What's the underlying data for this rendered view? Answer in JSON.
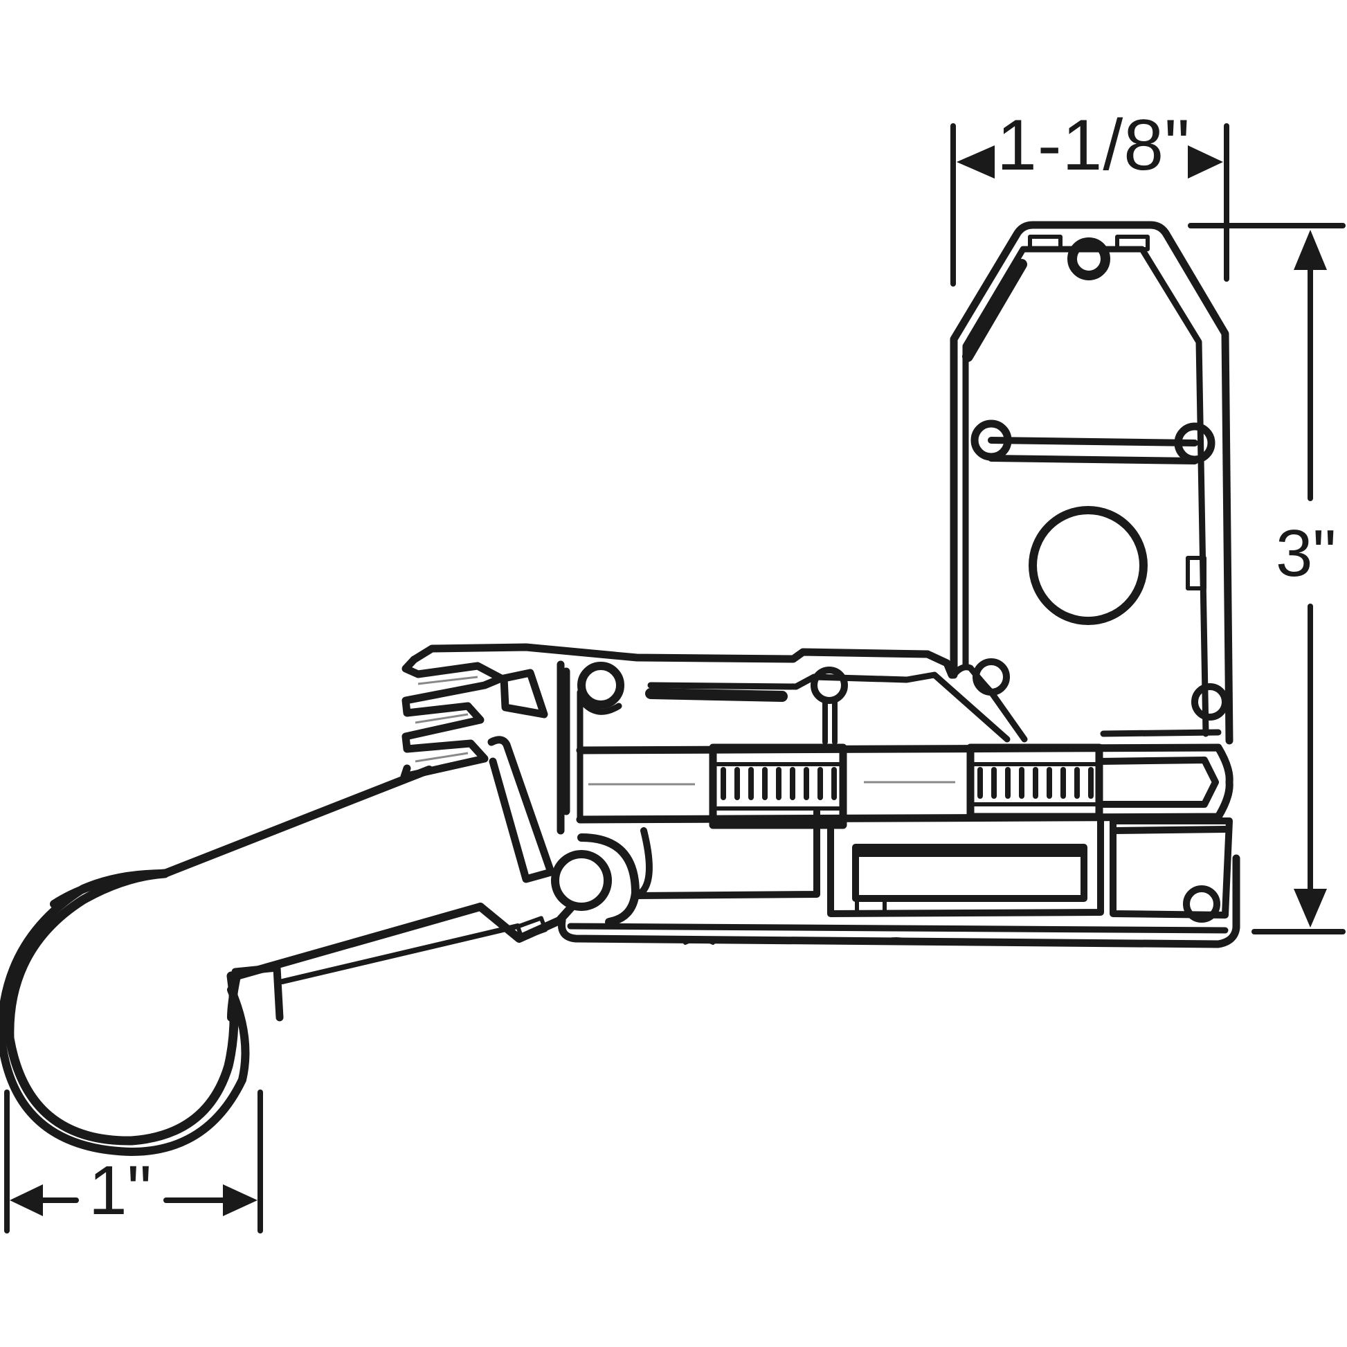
{
  "diagram": {
    "type": "technical-drawing",
    "subject": "hardware-part-with-lever-arm",
    "line_color": "#1a1a1a",
    "background": "#ffffff",
    "dimensions": {
      "width_top": "1-1/8\"",
      "height_right": "3\"",
      "width_bottom": "1\""
    }
  }
}
